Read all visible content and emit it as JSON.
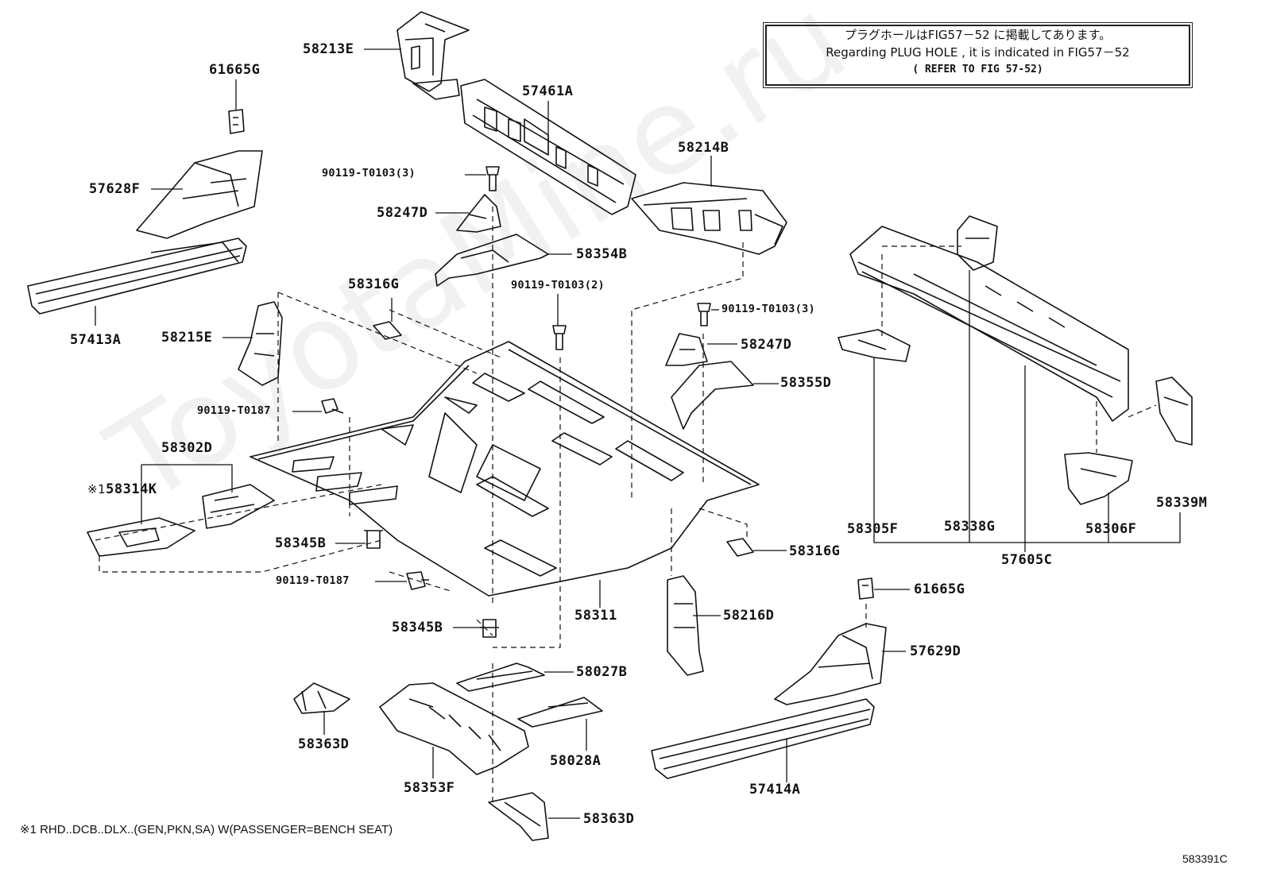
{
  "note": {
    "line1": "プラグホールはFIG57－52 に掲載してあります。",
    "line2": "Regarding PLUG HOLE , it is indicated in FIG57－52",
    "line3": "( REFER TO FIG 57-52)"
  },
  "labels": {
    "p58213E": "58213E",
    "p61665G_l": "61665G",
    "p57461A": "57461A",
    "p57628F": "57628F",
    "p90119_3a": "90119-T0103(3)",
    "p58214B": "58214B",
    "p58247D_l": "58247D",
    "p58354B": "58354B",
    "p57413A": "57413A",
    "p58316G_t": "58316G",
    "p90119_2": "90119-T0103(2)",
    "p90119_3b": "90119-T0103(3)",
    "p58215E": "58215E",
    "p58247D_r": "58247D",
    "p58355D": "58355D",
    "p90119_T0187a": "90119-T0187",
    "p58302D": "58302D",
    "p58314K": "58314K",
    "p58314K_mark": "※1",
    "p58345B_t": "58345B",
    "p58316G_b": "58316G",
    "p90119_T0187b": "90119-T0187",
    "p58311": "58311",
    "p58216D": "58216D",
    "p58345B_b": "58345B",
    "p58027B": "58027B",
    "p58363D_l": "58363D",
    "p58028A": "58028A",
    "p58353F": "58353F",
    "p58363D_b": "58363D",
    "p58305F": "58305F",
    "p58338G": "58338G",
    "p58306F": "58306F",
    "p58339M": "58339M",
    "p57605C": "57605C",
    "p61665G_r": "61665G",
    "p57629D": "57629D",
    "p57414A": "57414A"
  },
  "footnote": "※1 RHD..DCB..DLX..(GEN,PKN,SA) W(PASSENGER=BENCH SEAT)",
  "diagram_id": "583391C",
  "watermark": "ToyotaMine.ru"
}
